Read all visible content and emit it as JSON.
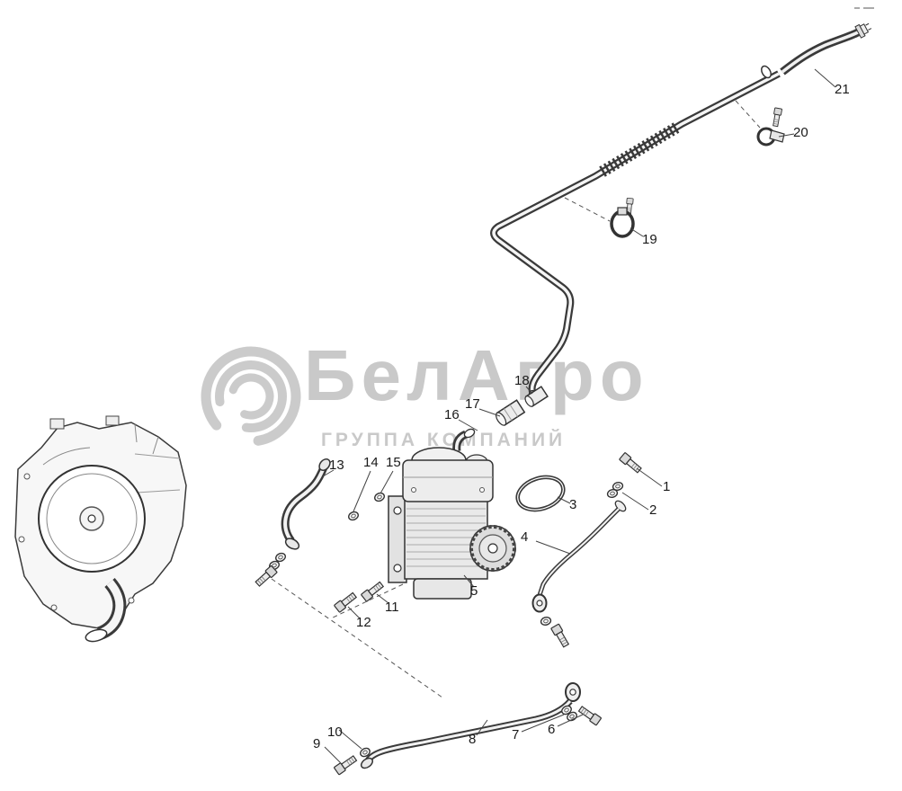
{
  "watermark": {
    "brand": "БелАгро",
    "subtitle": "ГРУППА КОМПАНИЙ",
    "color": "#c0c0c0"
  },
  "parts": {
    "p1": "1",
    "p2": "2",
    "p3": "3",
    "p4": "4",
    "p5": "5",
    "p6": "6",
    "p7": "7",
    "p8": "8",
    "p9": "9",
    "p10": "10",
    "p11": "11",
    "p12": "12",
    "p13": "13",
    "p14": "14",
    "p15": "15",
    "p16": "16",
    "p17": "17",
    "p18": "18",
    "p19": "19",
    "p20": "20",
    "p21": "21"
  }
}
